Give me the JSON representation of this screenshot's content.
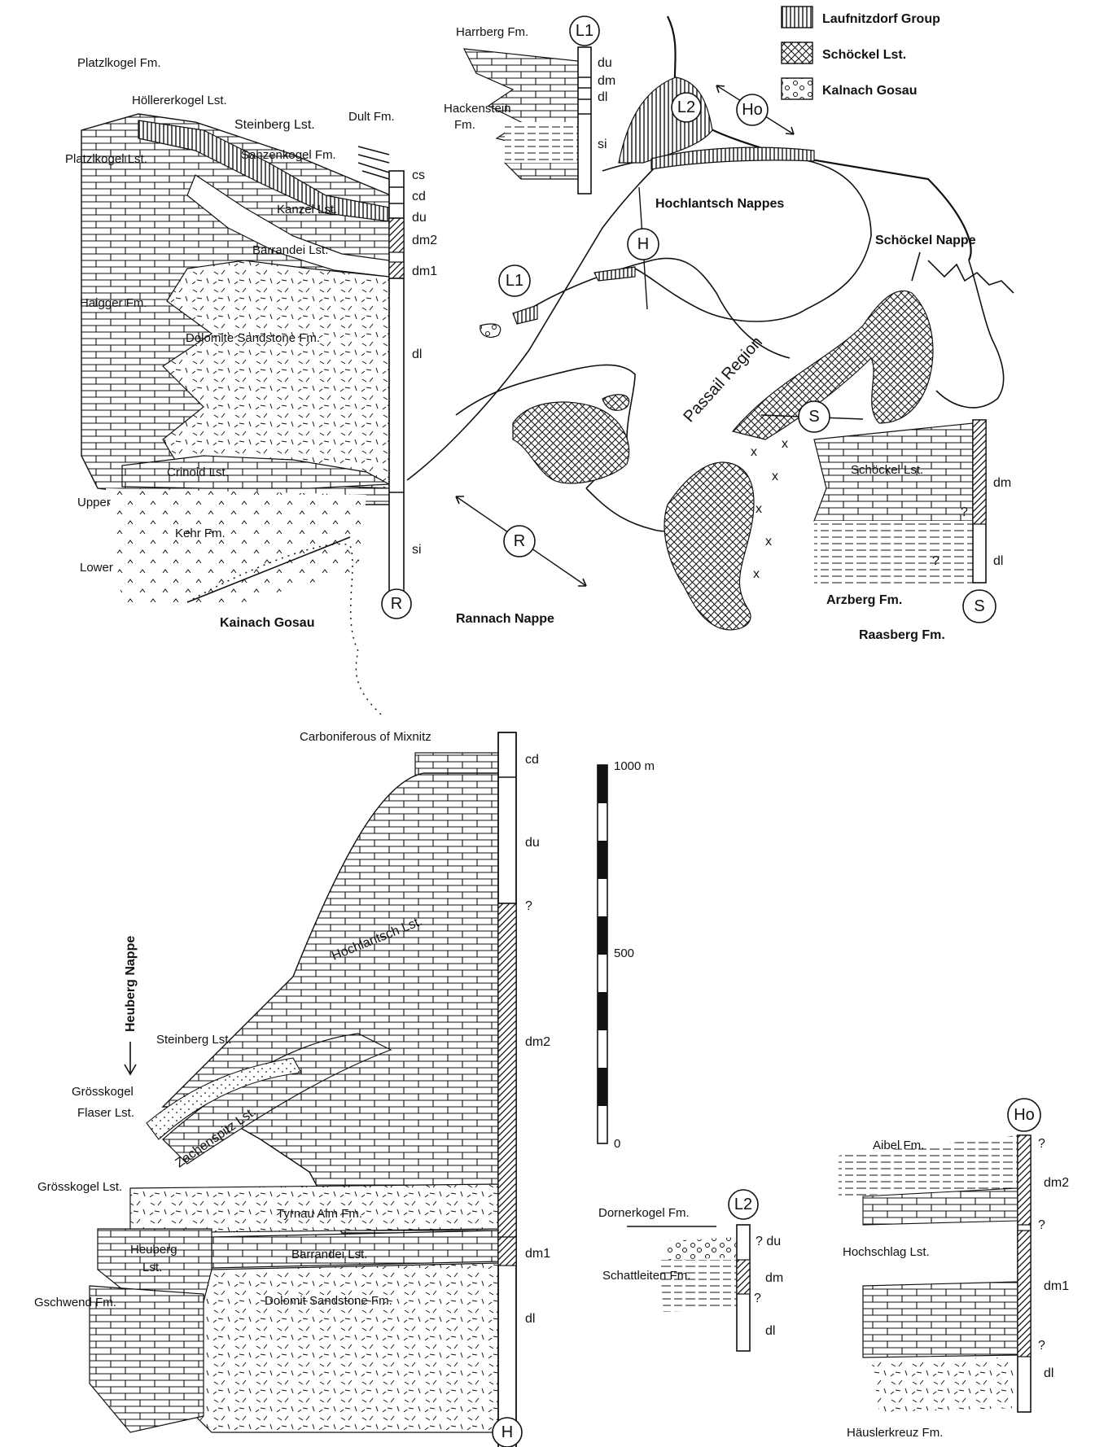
{
  "legend": {
    "items": [
      {
        "label": "Laufnitzdorf Group",
        "pattern": "vertical-lines"
      },
      {
        "label": "Schöckel Lst.",
        "pattern": "crosshatch"
      },
      {
        "label": "Kalnach Gosau",
        "pattern": "circles"
      }
    ]
  },
  "section_R": {
    "marker": "R",
    "labels": {
      "platzlkogel_fm": "Platzlkogel Fm.",
      "hollererkogel": "Höllererkogel Lst.",
      "steinberg": "Steinberg Lst.",
      "dult": "Dult Fm.",
      "platzlkogel_lst": "Platzlkogel Lst.",
      "sanzenkogel": "Sanzenkogel Fm.",
      "kanzel": "Kanzel Lst.",
      "barrandei": "Barrandei Lst.",
      "haigger": "Haigger Fm.",
      "dolomite": "Dolomite Sandstone Fm.",
      "crinoid": "Crinoid Lst.",
      "upper": "Upper",
      "kehr": "Kehr Fm.",
      "lower": "Lower",
      "kalnach": "Kainach Gosau"
    },
    "units": [
      "cs",
      "cd",
      "du",
      "dm2",
      "dm1",
      "dl",
      "si"
    ]
  },
  "section_L1": {
    "marker": "L1",
    "labels": {
      "harrberg": "Harrberg Fm.",
      "hackenstein_1": "Hackenstein",
      "hackenstein_2": "Fm."
    },
    "units": [
      "du",
      "dm",
      "dl",
      "si"
    ]
  },
  "map": {
    "labels": {
      "hochlantsch_nappes": "Hochlantsch Nappes",
      "schockel_nappe": "Schöckel Nappe",
      "passail": "Passail Region",
      "rannach": "Rannach Nappe"
    },
    "markers": [
      "L2",
      "Ho",
      "H",
      "L1",
      "S",
      "R"
    ]
  },
  "section_S": {
    "marker": "S",
    "labels": {
      "schockel": "Schöckel Lst.",
      "arzberg": "Arzberg Fm.",
      "raasberg": "Raasberg Fm."
    },
    "units": [
      "dm",
      "?",
      "?",
      "dl"
    ]
  },
  "section_H": {
    "marker": "H",
    "labels": {
      "mixnitz": "Carboniferous of Mixnitz",
      "hochlantsch": "Hochlantsch Lst.",
      "heuberg_nappe": "Heuberg Nappe",
      "steinberg": "Steinberg Lst.",
      "grosskogel_1": "Grösskogel",
      "grosskogel_2": "Flaser Lst.",
      "zachenspitz": "Zachenspitz Lst.",
      "grosskogel_lst": "Grösskogel Lst.",
      "tyrnau": "Tyrnau Alm Fm.",
      "heuberg_1": "Heuberg",
      "heuberg_2": "Lst.",
      "barrandei": "Barrandei Lst.",
      "gschwend": "Gschwend Fm.",
      "dolomit": "Dolomit Sandstone Fm."
    },
    "units": [
      "cd",
      "du",
      "?",
      "dm2",
      "dm1",
      "dl"
    ]
  },
  "scale_bar": {
    "top": "1000 m",
    "mid": "500",
    "bottom": "0"
  },
  "section_L2": {
    "marker": "L2",
    "labels": {
      "dornerkogel": "Dornerkogel Fm.",
      "schattleiten": "Schattleiten Fm."
    },
    "units": [
      "? du",
      "dm",
      "?",
      "dl"
    ]
  },
  "section_Ho": {
    "marker": "Ho",
    "labels": {
      "aibel": "Aibel Fm.",
      "hochschlag": "Hochschlag Lst.",
      "hauslerkreuz": "Häuslerkreuz Fm."
    },
    "units": [
      "?",
      "dm2",
      "?",
      "dm1",
      "?",
      "dl"
    ]
  }
}
